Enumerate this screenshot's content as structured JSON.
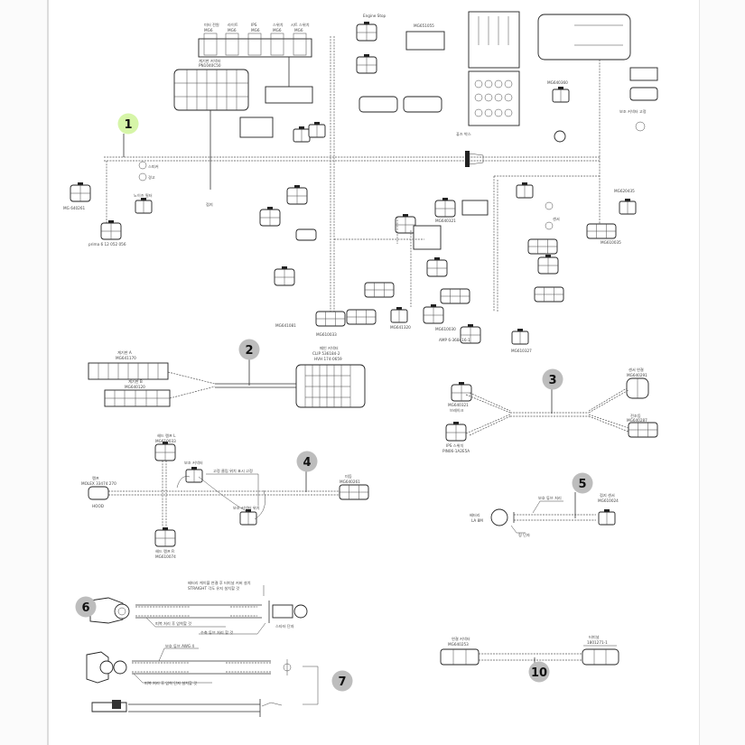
{
  "document": {
    "type": "wiring-harness-diagram",
    "callouts": [
      {
        "id": "1",
        "label": "1",
        "color": "#d6f5a8"
      },
      {
        "id": "2",
        "label": "2",
        "color": "#bdbdbd"
      },
      {
        "id": "3",
        "label": "3",
        "color": "#bdbdbd"
      },
      {
        "id": "4",
        "label": "4",
        "color": "#bdbdbd"
      },
      {
        "id": "5",
        "label": "5",
        "color": "#bdbdbd"
      },
      {
        "id": "6",
        "label": "6",
        "color": "#bdbdbd"
      },
      {
        "id": "7",
        "label": "7",
        "color": "#bdbdbd"
      },
      {
        "id": "10",
        "label": "10",
        "color": "#bdbdbd"
      }
    ]
  },
  "harness1": {
    "top_connector_labels": [
      "미터 전원",
      "라이트",
      "IPS",
      "스위치",
      "시트 스위치"
    ],
    "top_connector_codes": [
      "MG6",
      "MG6",
      "MG6",
      "MG6",
      "MG6"
    ],
    "labels": {
      "center_cluster": "계기판 커넥터",
      "center_cluster_code": "PN1040C50",
      "engine_stop": "Engine Stop",
      "relay_top": "MG651055",
      "fuse_note": "퓨즈 박스",
      "right_relay": "MG640360",
      "right_note": "보조 커넥터 고정",
      "left_conn_a": "MG 640261",
      "left_conn_b": "prima 6 12 052 056",
      "left_note_a": "스피커",
      "left_note_b": "경고",
      "left_note_c": "노이즈 필터",
      "lower_a": "MG641081",
      "lower_b": "MG610030",
      "lower_c": "MG641320",
      "lower_d": "MG610033",
      "lower_e": "MG640321",
      "lower_f": "AMP 6-368416-1",
      "lower_g": "MG610327",
      "right_conn": "MG610035",
      "right_conn2": "MG620435",
      "sensor": "센서",
      "ground": "접지"
    }
  },
  "harness2": {
    "left_top": "계기판 A",
    "left_top_code": "MG641170",
    "left_bottom": "계기판 B",
    "left_bottom_code": "MG640120",
    "right": "메인 커넥터",
    "right_code": "CLIP 536184-2",
    "right_code2": "HVH 174-0659"
  },
  "harness3": {
    "left_top_code": "MG640321",
    "left_top": "브레이크",
    "left_bottom": "IPS 스위치",
    "left_bottom_code": "PIN06-1A2E5A",
    "right_top": "센서 연결",
    "right_top_code": "MG640291",
    "right_bottom": "전조등",
    "right_bottom_code": "MG640287"
  },
  "harness4": {
    "top": "헤드 램프 L",
    "top_code": "MG610033",
    "left": "램프",
    "left_code": "MOLEX 33474 270",
    "left_note": "HOOD",
    "middle_note": "보조 커넥터",
    "note_long": "고정 클립 위치 표시 고정",
    "lower_note": "보조 커넥터 위치",
    "bottom": "헤드 램프 R",
    "bottom_code": "MG610074",
    "right": "미등",
    "right_code": "MG640261"
  },
  "harness5": {
    "left": "배터리",
    "left_code": "LA 8M",
    "mid": "보호 튜브 처리",
    "ring": "링 단자",
    "right": "접지 센서",
    "right_code": "MG610024"
  },
  "harness6": {
    "note_top_1": "배터리 케이블 연결 후 터미널 커버 설치",
    "note_top_2": "STRAIGHT 각도 유지 설치할 것",
    "note_mid": "피복 처리 후 압착할 것",
    "note_bot": "수축 튜브 처리 할 것",
    "right_note": "스타터 단자"
  },
  "harness7": {
    "note_top": "보호 튜브 AWG 4",
    "note_mid": "피복 처리 후 압착 단자 설치할 것"
  },
  "harness10": {
    "left": "연결 커넥터",
    "left_code": "MG640253",
    "right": "터미널",
    "right_code": "1801271-1"
  }
}
